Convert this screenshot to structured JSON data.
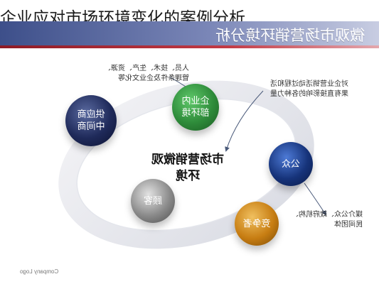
{
  "page_title": "企业应对市场环境变化的案例分析",
  "banner_title": "微观市场营销环境分析",
  "center_label_line1": "市场营销微观",
  "center_label_line2": "环境",
  "nodes": {
    "enterprise": "企业内部环境",
    "supplier": "供应商中间商",
    "public": "公众",
    "customer": "顾客",
    "competitor": "竞争者"
  },
  "notes": {
    "internal_factors_line1": "人员、技术、生产、资源、",
    "internal_factors_line2": "管理条件及企业文化等",
    "influence_line1": "对企业营销活动过程和活",
    "influence_line2": "果有直接影响的各种力量",
    "public_groups_line1": "媒介公众、政府机构、",
    "public_groups_line2": "民间团体"
  },
  "company_logo": "Company Logo",
  "colors": {
    "enterprise": "#2e8b3a",
    "supplier": "#1f2a5a",
    "public": "#16337a",
    "customer": "#8a8a8a",
    "competitor": "#c77d12",
    "banner_blue": "#3d4f8a",
    "banner_red": "#8e1b26"
  }
}
